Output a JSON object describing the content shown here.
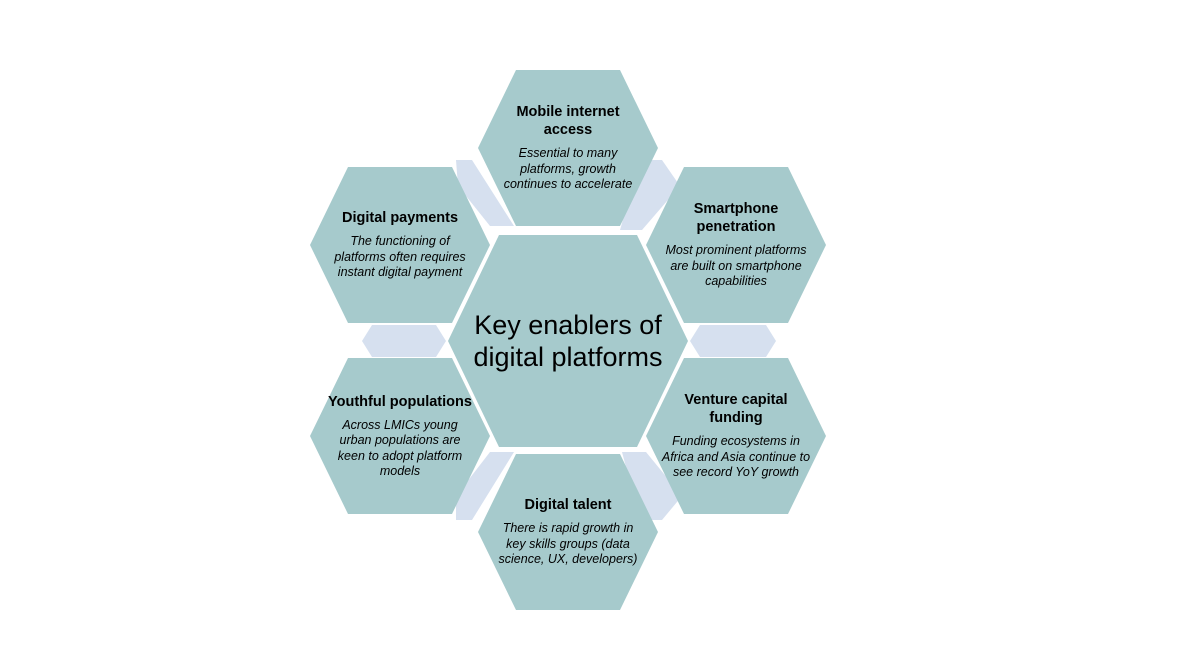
{
  "colors": {
    "hexagon_fill": "#a6cacc",
    "connector_fill": "#d6e0ef",
    "text": "#000000"
  },
  "center": {
    "title": "Key enablers of digital platforms"
  },
  "enablers": [
    {
      "title": "Mobile internet access",
      "description": "Essential to many platforms, growth continues to accelerate"
    },
    {
      "title": "Smartphone penetration",
      "description": "Most prominent platforms are built on smartphone capabilities"
    },
    {
      "title": "Venture capital funding",
      "description": "Funding ecosystems in Africa and Asia continue to see record YoY growth"
    },
    {
      "title": "Digital talent",
      "description": "There is rapid growth in key skills groups (data science, UX, developers)"
    },
    {
      "title": "Youthful populations",
      "description": "Across LMICs young urban populations are keen to adopt platform models"
    },
    {
      "title": "Digital payments",
      "description": "The functioning of platforms often requires instant digital payment"
    }
  ]
}
